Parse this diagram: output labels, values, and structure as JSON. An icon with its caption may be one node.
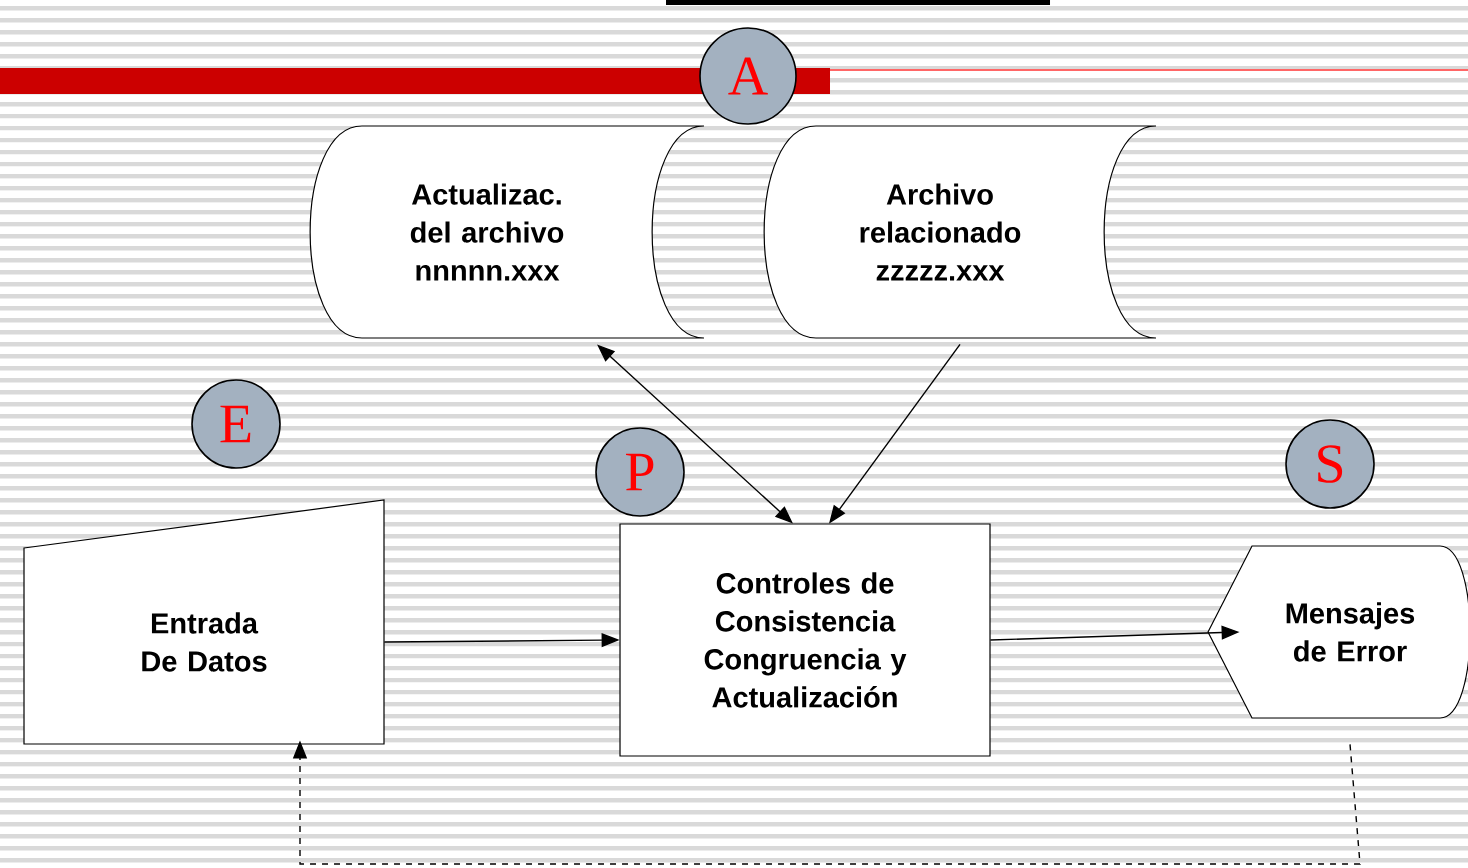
{
  "diagram": {
    "nodes": [
      {
        "text": [
          "A"
        ]
      },
      {
        "text": [
          "Actualizac. del archivo nnnnn.xxx"
        ]
      },
      {
        "text": [
          "Archivo relacionado zzzzz.xxx"
        ]
      },
      {
        "text": [
          "E"
        ]
      },
      {
        "text": [
          "P"
        ]
      },
      {
        "text": [
          "S"
        ]
      },
      {
        "text": [
          "Entrada De Datos"
        ]
      },
      {
        "text": [
          "Controles de Consistencia Congruencia y Actualización"
        ]
      },
      {
        "text": [
          "Mensajes de Error"
        ]
      }
    ],
    "edges": [
      {
        "from": 7,
        "to": 1,
        "arrow": "both"
      },
      {
        "from": 2,
        "to": 7,
        "arrow": "to"
      },
      {
        "from": 6,
        "to": 7,
        "arrow": "to"
      },
      {
        "from": 7,
        "to": 8,
        "arrow": "to"
      },
      {
        "from": 8,
        "to": 6,
        "arrow": "to",
        "style": "dashed"
      }
    ]
  }
}
